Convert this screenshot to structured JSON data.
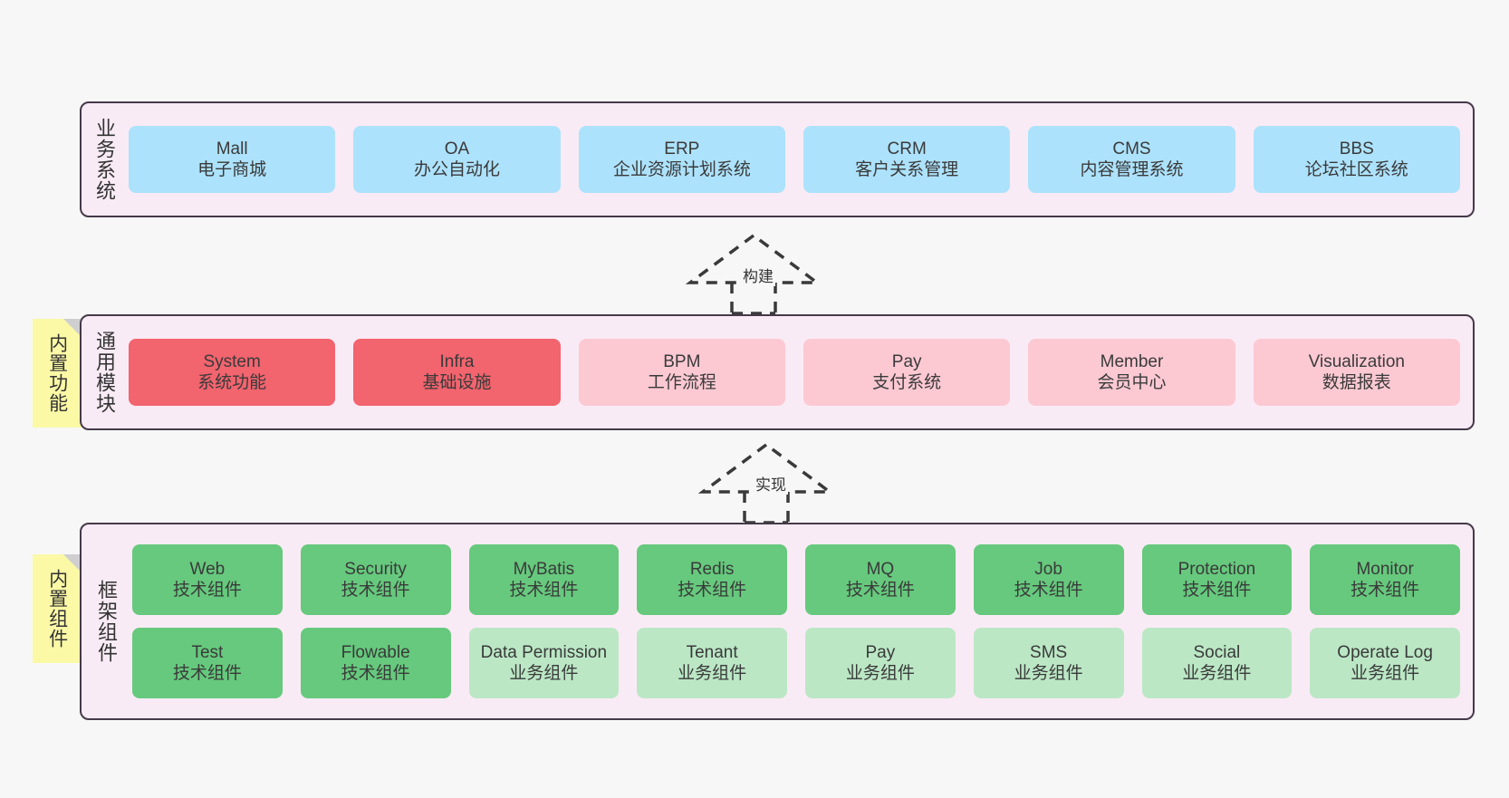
{
  "diagram": {
    "background_color": "#f7f7f7",
    "container_fill": "#f9ebf5",
    "container_border": "#46394a"
  },
  "notes": [
    {
      "id": "builtin-features",
      "text": "内置功能",
      "color": "#fbf9a6"
    },
    {
      "id": "builtin-components",
      "text": "内置组件",
      "color": "#fbf9a6"
    }
  ],
  "connectors": [
    {
      "id": "build",
      "label": "构建",
      "style": "dashed-generalization"
    },
    {
      "id": "implement",
      "label": "实现",
      "style": "dashed-generalization"
    }
  ],
  "layers": [
    {
      "id": "business-systems",
      "title": "业务系统",
      "rows": [
        {
          "cards": [
            {
              "name": "Mall",
              "desc": "电子商城",
              "color": "#ade2fc"
            },
            {
              "name": "OA",
              "desc": "办公自动化",
              "color": "#ade2fc"
            },
            {
              "name": "ERP",
              "desc": "企业资源计划系统",
              "color": "#ade2fc"
            },
            {
              "name": "CRM",
              "desc": "客户关系管理",
              "color": "#ade2fc"
            },
            {
              "name": "CMS",
              "desc": "内容管理系统",
              "color": "#ade2fc"
            },
            {
              "name": "BBS",
              "desc": "论坛社区系统",
              "color": "#ade2fc"
            }
          ]
        }
      ]
    },
    {
      "id": "common-modules",
      "title": "通用模块",
      "rows": [
        {
          "cards": [
            {
              "name": "System",
              "desc": "系统功能",
              "color": "#f2646e"
            },
            {
              "name": "Infra",
              "desc": "基础设施",
              "color": "#f2646e"
            },
            {
              "name": "BPM",
              "desc": "工作流程",
              "color": "#fcc9d3"
            },
            {
              "name": "Pay",
              "desc": "支付系统",
              "color": "#fcc9d3"
            },
            {
              "name": "Member",
              "desc": "会员中心",
              "color": "#fcc9d3"
            },
            {
              "name": "Visualization",
              "desc": "数据报表",
              "color": "#fcc9d3"
            }
          ]
        }
      ]
    },
    {
      "id": "framework-components",
      "title": "框架组件",
      "rows": [
        {
          "cards": [
            {
              "name": "Web",
              "desc": "技术组件",
              "color": "#66c97d"
            },
            {
              "name": "Security",
              "desc": "技术组件",
              "color": "#66c97d"
            },
            {
              "name": "MyBatis",
              "desc": "技术组件",
              "color": "#66c97d"
            },
            {
              "name": "Redis",
              "desc": "技术组件",
              "color": "#66c97d"
            },
            {
              "name": "MQ",
              "desc": "技术组件",
              "color": "#66c97d"
            },
            {
              "name": "Job",
              "desc": "技术组件",
              "color": "#66c97d"
            },
            {
              "name": "Protection",
              "desc": "技术组件",
              "color": "#66c97d"
            },
            {
              "name": "Monitor",
              "desc": "技术组件",
              "color": "#66c97d"
            }
          ]
        },
        {
          "cards": [
            {
              "name": "Test",
              "desc": "技术组件",
              "color": "#66c97d"
            },
            {
              "name": "Flowable",
              "desc": "技术组件",
              "color": "#66c97d"
            },
            {
              "name": "Data Permission",
              "desc": "业务组件",
              "color": "#bbe7c5"
            },
            {
              "name": "Tenant",
              "desc": "业务组件",
              "color": "#bbe7c5"
            },
            {
              "name": "Pay",
              "desc": "业务组件",
              "color": "#bbe7c5"
            },
            {
              "name": "SMS",
              "desc": "业务组件",
              "color": "#bbe7c5"
            },
            {
              "name": "Social",
              "desc": "业务组件",
              "color": "#bbe7c5"
            },
            {
              "name": "Operate Log",
              "desc": "业务组件",
              "color": "#bbe7c5"
            }
          ]
        }
      ]
    }
  ]
}
